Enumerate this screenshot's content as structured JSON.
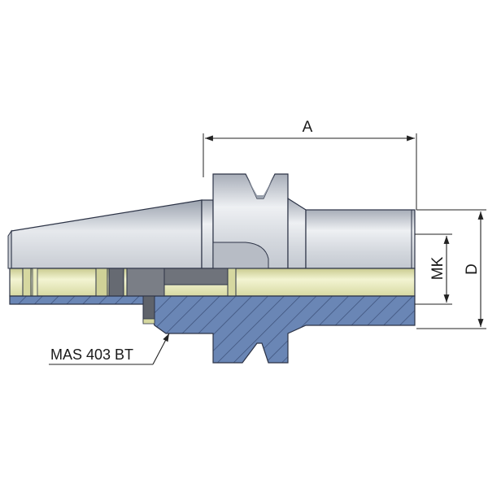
{
  "labels": {
    "dim_a": "A",
    "dim_mk": "MK",
    "dim_d": "D",
    "standard": "MAS 403 BT"
  },
  "colors": {
    "steel_light": "#e4e7ec",
    "steel_mid": "#bcc2cc",
    "steel_dark": "#8f96a3",
    "section_fill": "#6a86b5",
    "hatch_line": "#3b4f78",
    "bore_fill": "#eef0c3",
    "bore_shade": "#cfd197",
    "outline": "#2c3346",
    "dimension_line": "#222222"
  },
  "icons": {
    "dimension_arrow": "arrowhead"
  }
}
